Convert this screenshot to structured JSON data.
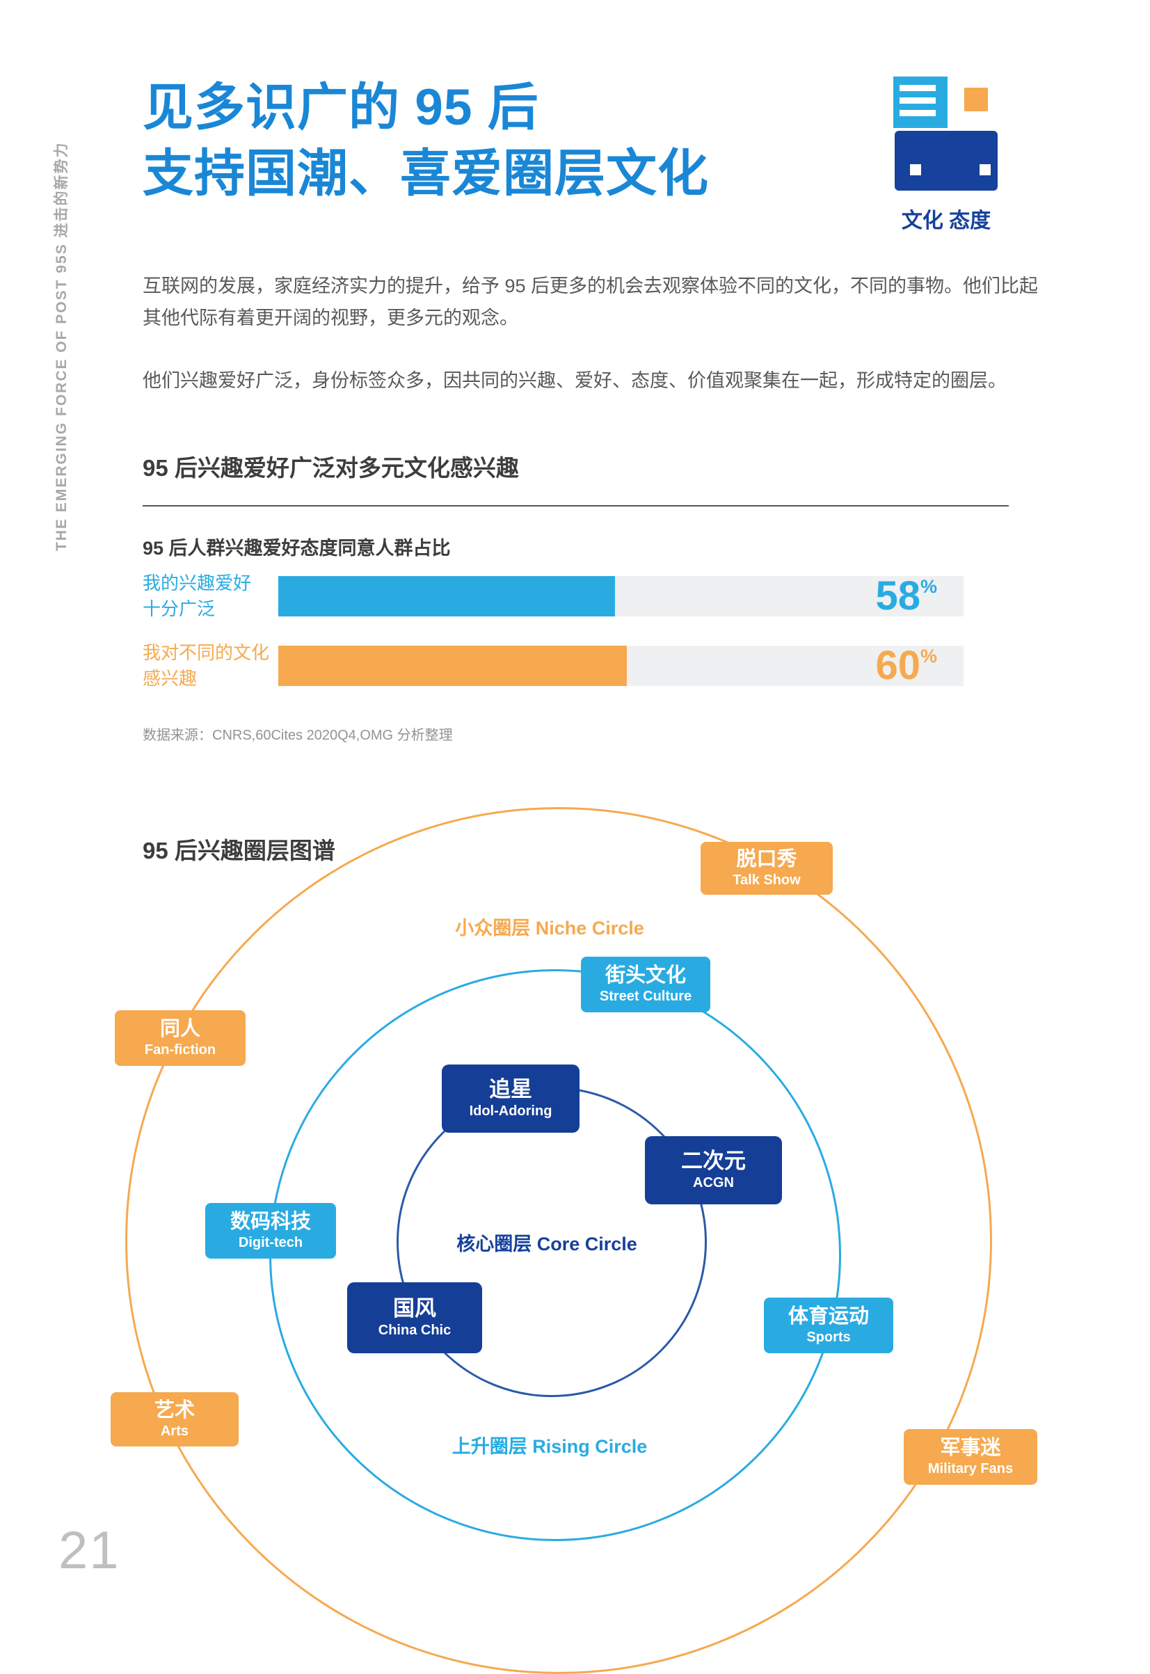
{
  "page": {
    "number": "21",
    "side_label": "THE EMERGING FORCE OF POST 95S  进击的新势力"
  },
  "header": {
    "title_line1": "见多识广的 95 后",
    "title_line2": "支持国潮、喜爱圈层文化",
    "badge_label": "文化 态度"
  },
  "intro": {
    "paragraph1": "互联网的发展，家庭经济实力的提升，给予 95 后更多的机会去观察体验不同的文化，不同的事物。他们比起其他代际有着更开阔的视野，更多元的观念。",
    "paragraph2": "他们兴趣爱好广泛，身份标签众多，因共同的兴趣、爱好、态度、价值观聚集在一起，形成特定的圈层。"
  },
  "section1": {
    "heading": "95 后兴趣爱好广泛对多元文化感兴趣"
  },
  "bar_chart": {
    "title": "95 后人群兴趣爱好态度同意人群占比",
    "rows": [
      {
        "label1": "我的兴趣爱好",
        "label2": "十分广泛",
        "value": "58"
      },
      {
        "label1": "我对不同的文化",
        "label2": "感兴趣",
        "value": "60"
      }
    ],
    "unit": "%",
    "source": "数据来源：CNRS,60Cites 2020Q4,OMG 分析整理"
  },
  "chart_data": {
    "type": "bar",
    "orientation": "horizontal",
    "title": "95 后人群兴趣爱好态度同意人群占比",
    "categories": [
      "我的兴趣爱好十分广泛",
      "我对不同的文化感兴趣"
    ],
    "values": [
      58,
      60
    ],
    "unit": "%",
    "colors": [
      "#29abe2",
      "#f6a94e"
    ],
    "xlim": [
      0,
      118
    ],
    "grid": false,
    "legend": "none"
  },
  "section2": {
    "heading": "95 后兴趣圈层图谱"
  },
  "circle_map": {
    "rings": [
      {
        "id": "niche",
        "label": "小众圈层 Niche Circle",
        "color": "#f6a94e"
      },
      {
        "id": "rising",
        "label": "上升圈层 Rising Circle",
        "color": "#29abe2"
      },
      {
        "id": "core",
        "label": "核心圈层 Core Circle",
        "color": "#16419c"
      }
    ],
    "nodes": [
      {
        "zh": "脱口秀",
        "en": "Talk Show",
        "tier": "niche"
      },
      {
        "zh": "同人",
        "en": "Fan-fiction",
        "tier": "niche"
      },
      {
        "zh": "艺术",
        "en": "Arts",
        "tier": "niche"
      },
      {
        "zh": "军事迷",
        "en": "Military Fans",
        "tier": "niche"
      },
      {
        "zh": "街头文化",
        "en": "Street Culture",
        "tier": "rising"
      },
      {
        "zh": "数码科技",
        "en": "Digit-tech",
        "tier": "rising"
      },
      {
        "zh": "体育运动",
        "en": "Sports",
        "tier": "rising"
      },
      {
        "zh": "追星",
        "en": "Idol-Adoring",
        "tier": "core"
      },
      {
        "zh": "二次元",
        "en": "ACGN",
        "tier": "core"
      },
      {
        "zh": "国风",
        "en": "China Chic",
        "tier": "core"
      }
    ]
  },
  "colors": {
    "title_blue": "#1a87d6",
    "light_blue": "#29abe2",
    "orange": "#f6a94e",
    "navy": "#153e96",
    "body_gray": "#58595b"
  }
}
